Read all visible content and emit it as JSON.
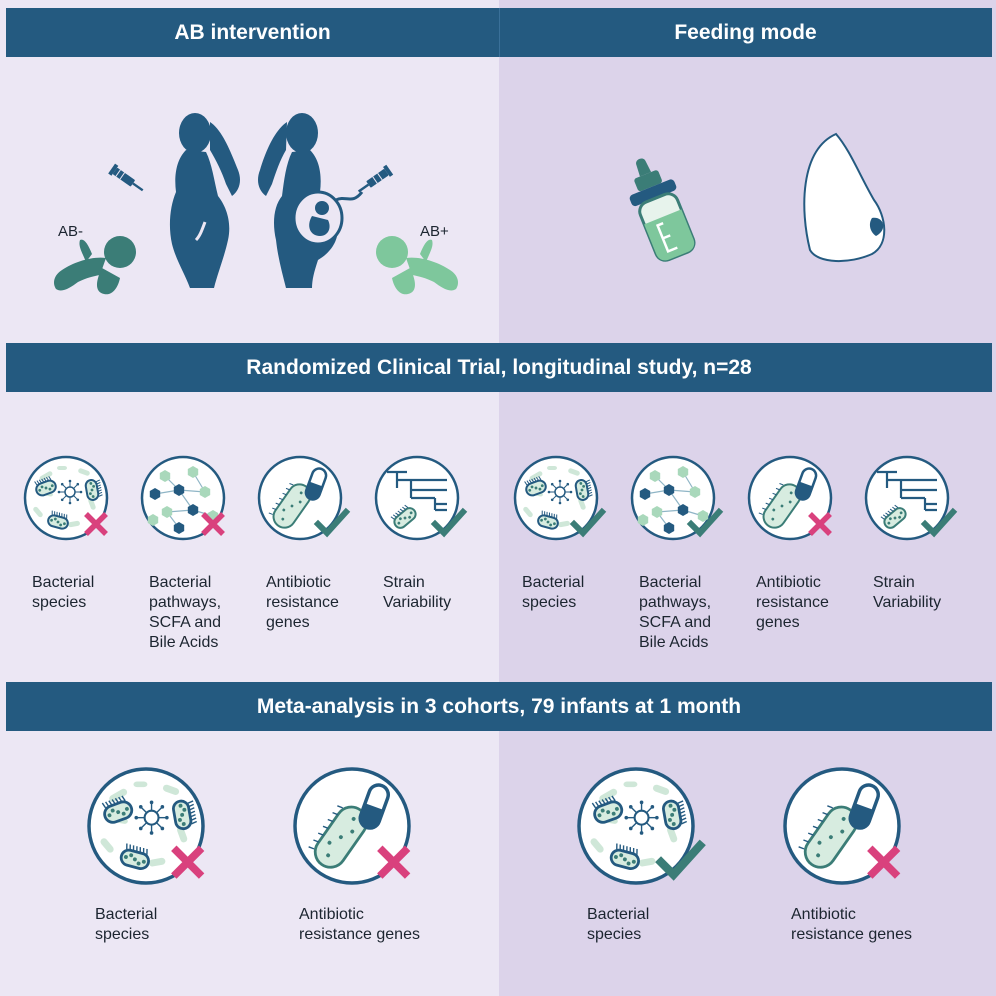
{
  "headers": {
    "left": "AB intervention",
    "right": "Feeding mode",
    "rct": "Randomized Clinical Trial, longitudinal study, n=28",
    "meta": "Meta-analysis in 3 cohorts, 79 infants at 1 month"
  },
  "infants": {
    "left_label": "AB-",
    "right_label": "AB+"
  },
  "rct": {
    "ab_intervention": [
      {
        "label": "Bacterial\nspecies",
        "icon": "bacteria-community-icon",
        "result": "cross"
      },
      {
        "label": "Bacterial\npathways,\nSCFA and\nBile Acids",
        "icon": "pathway-hexagon-icon",
        "result": "cross"
      },
      {
        "label": "Antibiotic\nresistance\ngenes",
        "icon": "antibiotic-resistance-icon",
        "result": "check"
      },
      {
        "label": "Strain\nVariability",
        "icon": "phylogenetic-tree-icon",
        "result": "check"
      }
    ],
    "feeding_mode": [
      {
        "label": "Bacterial\nspecies",
        "icon": "bacteria-community-icon",
        "result": "check"
      },
      {
        "label": "Bacterial\npathways,\nSCFA and\nBile Acids",
        "icon": "pathway-hexagon-icon",
        "result": "check"
      },
      {
        "label": "Antibiotic\nresistance\ngenes",
        "icon": "antibiotic-resistance-icon",
        "result": "cross"
      },
      {
        "label": "Strain\nVariability",
        "icon": "phylogenetic-tree-icon",
        "result": "check"
      }
    ]
  },
  "meta": {
    "ab_intervention": [
      {
        "label": "Bacterial\nspecies",
        "icon": "bacteria-community-icon",
        "result": "cross"
      },
      {
        "label": "Antibiotic\nresistance genes",
        "icon": "antibiotic-resistance-icon",
        "result": "cross"
      }
    ],
    "feeding_mode": [
      {
        "label": "Bacterial\nspecies",
        "icon": "bacteria-community-icon",
        "result": "check"
      },
      {
        "label": "Antibiotic\nresistance genes",
        "icon": "antibiotic-resistance-icon",
        "result": "cross"
      }
    ]
  },
  "colors": {
    "navy": "#245a80",
    "teal": "#3b7d77",
    "green_light": "#7ec79c",
    "check": "#3b7d77",
    "cross": "#d9417d",
    "bg_left": "#ece7f4",
    "bg_right": "#dcd3ea"
  }
}
